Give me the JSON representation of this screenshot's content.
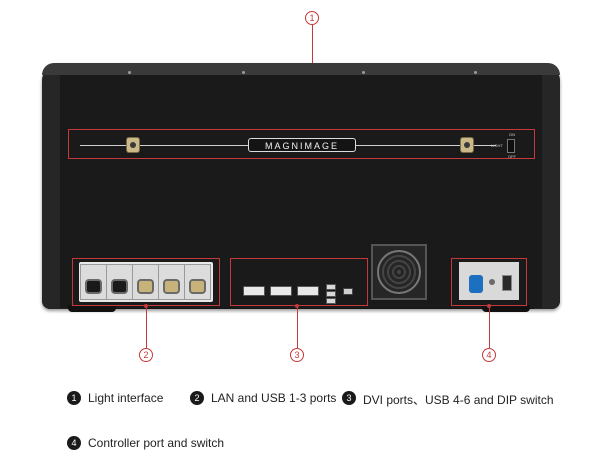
{
  "device": {
    "logo_text": "MAGNIMAGE",
    "light_switch_labels": [
      "ON",
      "LIGHT",
      "OFF"
    ]
  },
  "callouts": [
    "1",
    "2",
    "3",
    "4"
  ],
  "legend": [
    {
      "num": "1",
      "text": "Light interface"
    },
    {
      "num": "2",
      "text": "LAN and USB 1-3 ports"
    },
    {
      "num": "3",
      "text": "DVI ports、USB 4-6 and DIP switch"
    },
    {
      "num": "4",
      "text": "Controller port and switch"
    }
  ],
  "colors": {
    "accent_red": "#c43a3a",
    "device_body": "#1e1e1e",
    "powercon_blue": "#1d6fbf",
    "legend_badge": "#1a1a1a"
  }
}
